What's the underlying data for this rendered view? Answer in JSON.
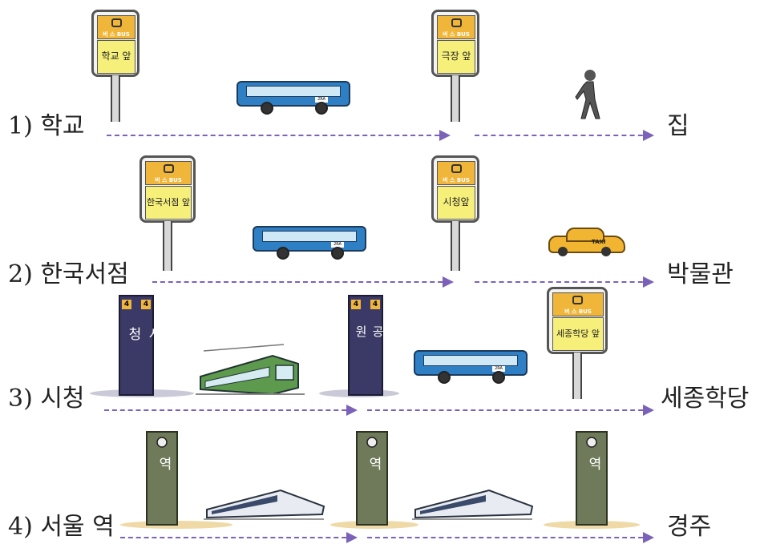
{
  "rows": [
    {
      "label": "1) 학교",
      "destination": "집",
      "stop_a": "학교 앞",
      "stop_b": "극장 앞",
      "transport_3": "walk"
    },
    {
      "label": "2) 한국서점",
      "destination": "박물관",
      "stop_a": "한국서점 앞",
      "stop_b": "시청앞",
      "transport_3": "taxi"
    },
    {
      "label": "3) 시청",
      "destination": "세종학당",
      "station_a": "시청",
      "station_b": "서울공원",
      "stop_c": "세종학당 앞"
    },
    {
      "label": "4) 서울 역",
      "destination": "경주",
      "station_a": "서울 역",
      "station_b": "대구 역",
      "station_c": "경주 역"
    }
  ],
  "bus_sign_text": "버 스 BUS",
  "line_number": "4",
  "bus_number": "2RA",
  "taxi_text": "TAXI",
  "colors": {
    "arrow": "#7b62b8",
    "bus": "#2f7fc4",
    "sign_head": "#f0b63a",
    "sign_name": "#f6ef7a",
    "pillar_subway": "#3b3a66",
    "pillar_ktx": "#6f7a5a"
  }
}
